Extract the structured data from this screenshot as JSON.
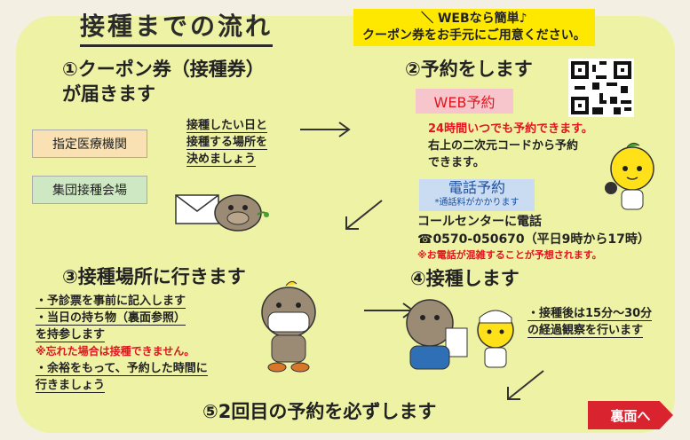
{
  "title": "接種までの流れ",
  "banner": {
    "line1": "＼ WEBなら簡単♪",
    "line2": "クーポン券をお手元にご用意ください。"
  },
  "step1": {
    "title_line1": "①クーポン券（接種券）",
    "title_line2": "が届きます",
    "facility1": "指定医療機関",
    "facility2": "集団接種会場",
    "note_line1": "接種したい日と",
    "note_line2": "接種する場所を",
    "note_line3": "決めましょう"
  },
  "step2": {
    "title": "②予約をします",
    "web_label": "WEB予約",
    "web_note_red": "24時間いつでも予約できます。",
    "web_note_line1": "右上の二次元コードから予約",
    "web_note_line2": "できます。",
    "tel_label": "電話予約",
    "tel_sub": "*通話料がかかります",
    "call_center": "コールセンターに電話",
    "phone": "☎0570-050670（平日9時から17時）",
    "busy_note": "※お電話が混雑することが予想されます。"
  },
  "step3": {
    "title": "③接種場所に行きます",
    "item1": "・予診票を事前に記入します",
    "item2": "・当日の持ち物（裏面参照）",
    "item2b": "を持参します",
    "warn": "※忘れた場合は接種できません。",
    "item3": "・余裕をもって、予約した時間に",
    "item3b": "行きましょう"
  },
  "step4": {
    "title": "④接種します",
    "item1": "・接種後は15分～30分",
    "item1b": "の経過観察を行います"
  },
  "step5": {
    "title": "⑤2回目の予約を必ずします"
  },
  "next_button": "裏面へ",
  "colors": {
    "panel": "#eef2a4",
    "banner": "#ffe800",
    "accent_red": "#e0161e",
    "tel_blue": "#c9dcf2"
  }
}
